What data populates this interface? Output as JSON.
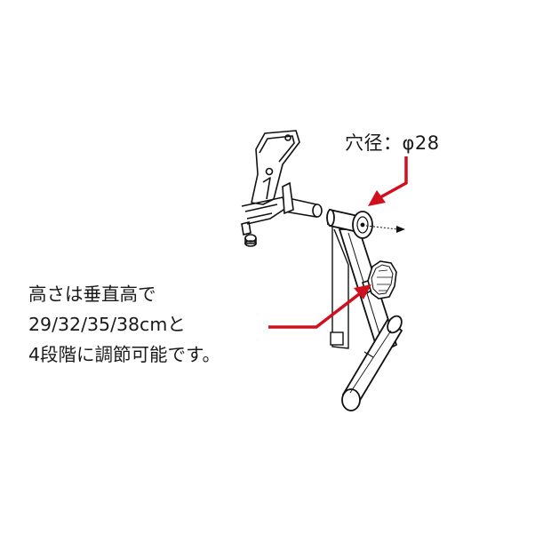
{
  "annotation": {
    "hole_diameter": "穴径：φ28"
  },
  "description": {
    "lines": [
      "高さは垂直高で",
      "29/32/35/38cmと",
      "4段階に調節可能です。"
    ]
  },
  "colors": {
    "arrow": "#d0101e",
    "line_art": "#111111",
    "background": "#ffffff"
  }
}
